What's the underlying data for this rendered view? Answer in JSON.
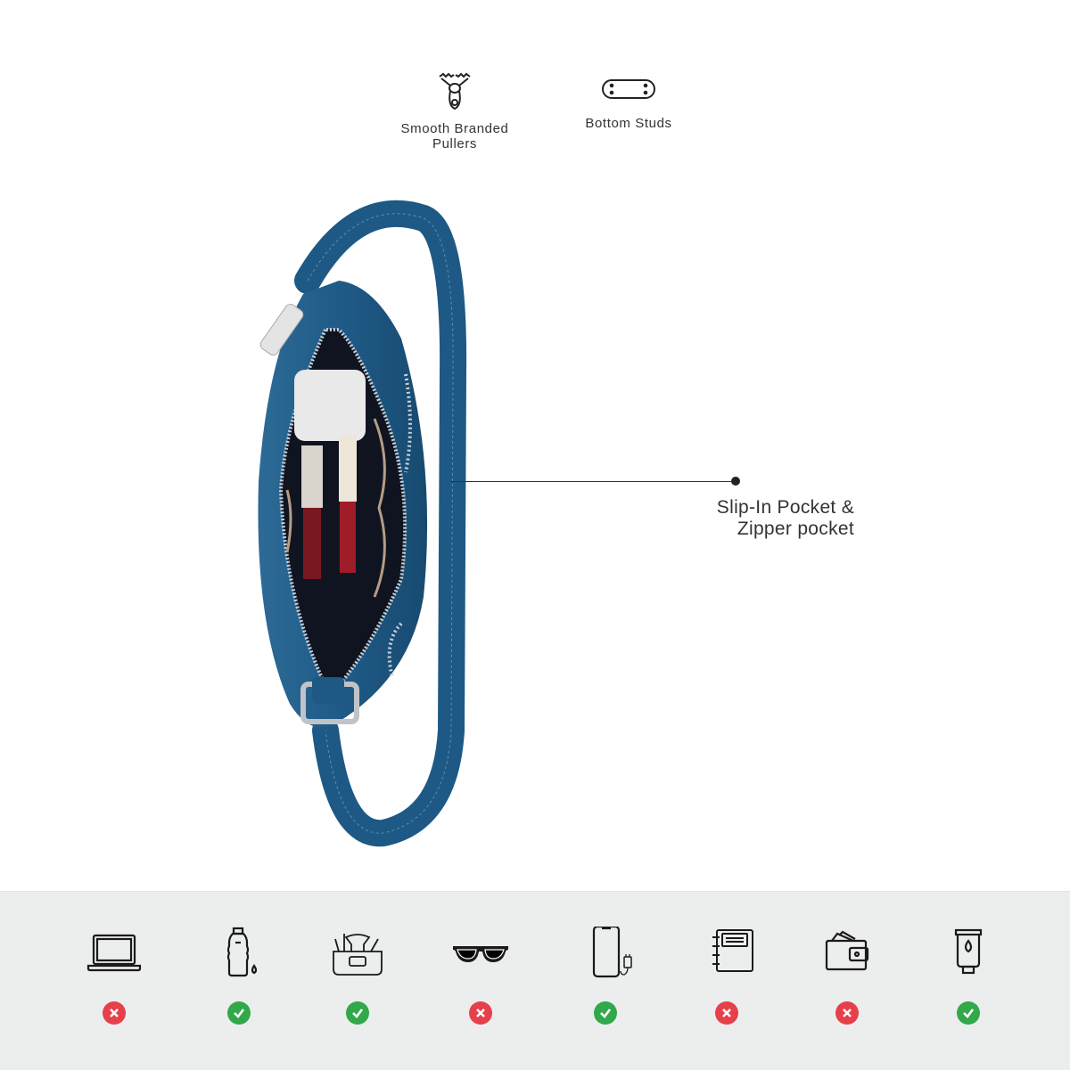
{
  "features": [
    {
      "label_line1": "Smooth Branded",
      "label_line2": "Pullers",
      "icon": "zipper-puller-icon"
    },
    {
      "label": "Bottom Studs",
      "icon": "bottom-studs-icon"
    }
  ],
  "product": {
    "description": "Blue pebbled-leather shoulder bag, open zipper showing interior",
    "color": "#1f5a86"
  },
  "callout": {
    "line1": "Slip-In Pocket &",
    "line2": "Zipper pocket"
  },
  "compatibility": {
    "colors": {
      "yes": "#31a84a",
      "no": "#e6404a",
      "background": "#eceded"
    },
    "items": [
      {
        "name": "Laptop",
        "icon": "laptop-icon",
        "fits": false
      },
      {
        "name": "Water bottle",
        "icon": "water-bottle-icon",
        "fits": true
      },
      {
        "name": "Makeup pouch",
        "icon": "makeup-kit-icon",
        "fits": true
      },
      {
        "name": "Sunglasses",
        "icon": "sunglasses-icon",
        "fits": false
      },
      {
        "name": "Phone & charger",
        "icon": "phone-charger-icon",
        "fits": true
      },
      {
        "name": "Notebook",
        "icon": "notebook-icon",
        "fits": false
      },
      {
        "name": "Wallet",
        "icon": "wallet-icon",
        "fits": false
      },
      {
        "name": "Lotion tube",
        "icon": "lotion-tube-icon",
        "fits": true
      }
    ]
  }
}
